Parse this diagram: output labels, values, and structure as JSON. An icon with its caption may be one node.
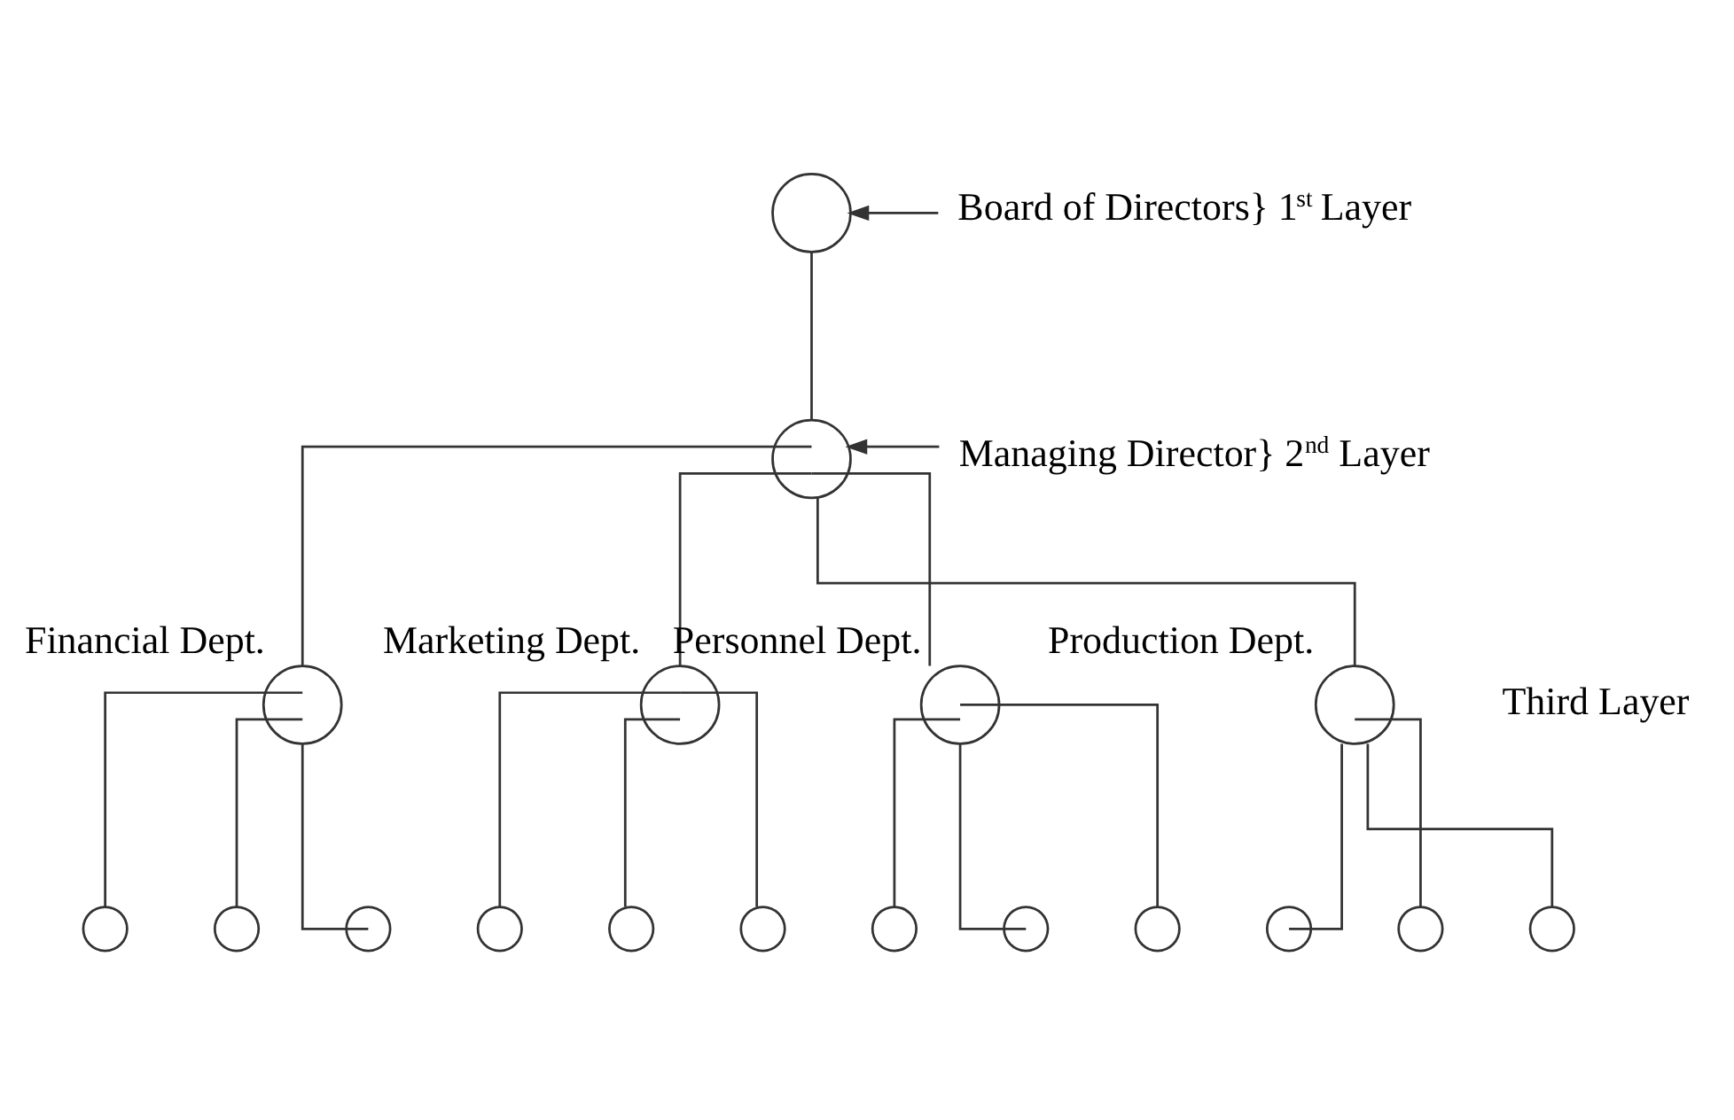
{
  "diagram": {
    "nodes": [
      {
        "text": [],
        "shape": "circle"
      },
      {
        "text": [
          "Board of Directors} 1$^{st}$ Layer"
        ]
      },
      {
        "text": [],
        "shape": "circle"
      },
      {
        "text": [
          "Managing Director} 2$^{nd}$ Layer"
        ]
      },
      {
        "text": [],
        "shape": "circle",
        "beside": [
          "Financial Dept."
        ]
      },
      {
        "text": [],
        "shape": "circle",
        "beside": [
          "Marketing Dept."
        ]
      },
      {
        "text": [],
        "shape": "circle",
        "beside": [
          "Personnel Dept."
        ]
      },
      {
        "text": [],
        "shape": "circle",
        "beside": [
          "Production Dept."
        ]
      },
      {
        "text": [],
        "shape": "circle"
      },
      {
        "text": [],
        "shape": "circle"
      },
      {
        "text": [],
        "shape": "circle"
      },
      {
        "text": [],
        "shape": "circle"
      },
      {
        "text": [],
        "shape": "circle"
      },
      {
        "text": [],
        "shape": "circle"
      },
      {
        "text": [],
        "shape": "circle"
      },
      {
        "text": [],
        "shape": "circle"
      },
      {
        "text": [],
        "shape": "circle"
      },
      {
        "text": [],
        "shape": "circle"
      },
      {
        "text": [],
        "shape": "circle"
      },
      {
        "text": [],
        "shape": "circle"
      }
    ],
    "edges": [
      {
        "from": 1,
        "to": 0,
        "arrow": "to"
      },
      {
        "from": 0,
        "to": 2,
        "arrow": "none"
      },
      {
        "from": 3,
        "to": 2,
        "arrow": "to"
      },
      {
        "from": 2,
        "to": 4,
        "arrow": "none"
      },
      {
        "from": 2,
        "to": 5,
        "arrow": "none"
      },
      {
        "from": 2,
        "to": 6,
        "arrow": "none"
      },
      {
        "from": 2,
        "to": 7,
        "arrow": "none"
      },
      {
        "from": 4,
        "to": 8,
        "arrow": "none"
      },
      {
        "from": 4,
        "to": 9,
        "arrow": "none"
      },
      {
        "from": 4,
        "to": 10,
        "arrow": "none"
      },
      {
        "from": 5,
        "to": 11,
        "arrow": "none"
      },
      {
        "from": 5,
        "to": 12,
        "arrow": "none"
      },
      {
        "from": 5,
        "to": 13,
        "arrow": "none"
      },
      {
        "from": 6,
        "to": 14,
        "arrow": "none"
      },
      {
        "from": 6,
        "to": 15,
        "arrow": "none"
      },
      {
        "from": 6,
        "to": 16,
        "arrow": "none"
      },
      {
        "from": 7,
        "to": 17,
        "arrow": "none"
      },
      {
        "from": 7,
        "to": 18,
        "arrow": "none"
      },
      {
        "from": 7,
        "to": 19,
        "arrow": "none"
      }
    ],
    "labels": [
      "Third Layer"
    ]
  }
}
